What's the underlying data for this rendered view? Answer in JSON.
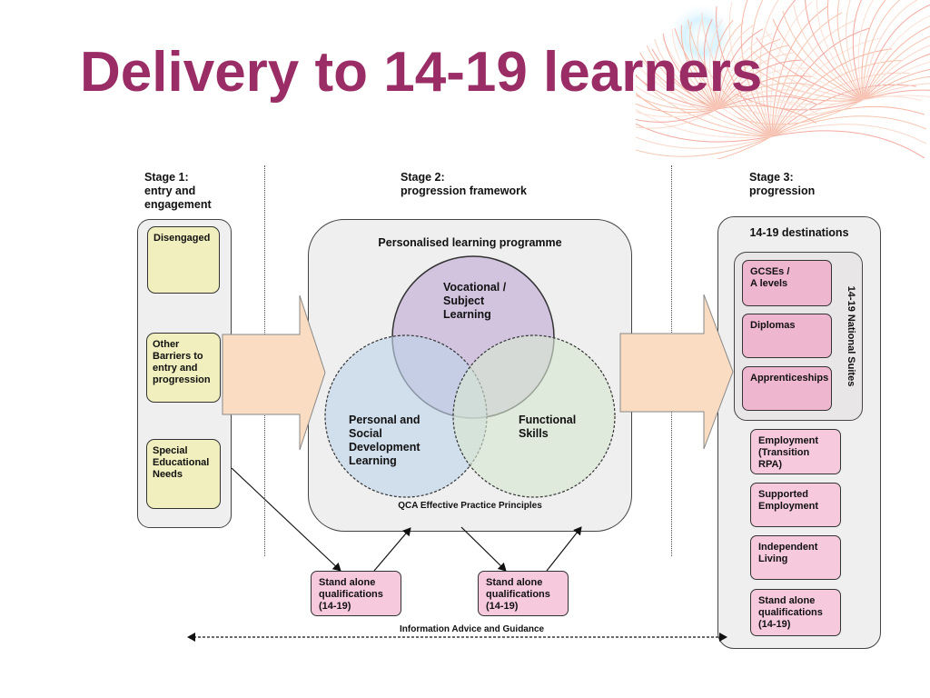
{
  "title": "Delivery to 14-19 learners",
  "stages": {
    "stage1": "Stage 1:\nentry and\nengagement",
    "stage2": "Stage 2:\nprogression framework",
    "stage3": "Stage 3:\nprogression"
  },
  "stage1_boxes": [
    "Disengaged",
    "Other\nBarriers to\nentry and\nprogression",
    "Special\nEducational\nNeeds"
  ],
  "centre": {
    "title": "Personalised learning programme",
    "circles": {
      "vocational": "Vocational /\nSubject\nLearning",
      "personal": "Personal and\nSocial\nDevelopment\nLearning",
      "functional": "Functional\nSkills"
    },
    "footer": "QCA Effective Practice Principles"
  },
  "stand_alone": [
    "Stand alone\nqualifications\n(14-19)",
    "Stand alone\nqualifications\n(14-19)"
  ],
  "iag": "Information Advice and Guidance",
  "destinations": {
    "title": "14-19 destinations",
    "suites_label": "14-19 National Suites",
    "suites": [
      "GCSEs /\nA levels",
      "Diplomas",
      "Apprenticeships"
    ],
    "others": [
      "Employment\n(Transition\nRPA)",
      "Supported\nEmployment",
      "Independent\nLiving",
      "Stand alone\nqualifications\n(14-19)"
    ]
  },
  "colors": {
    "title": "#9b2d66",
    "yellow_box": "#f0efbd",
    "pink_box": "#efb6d0",
    "purple_circle": "#cdbcdc",
    "blue_circle": "#bfd4ea",
    "green_circle": "#d7e6d0",
    "arrow": "#f9dcc2"
  }
}
